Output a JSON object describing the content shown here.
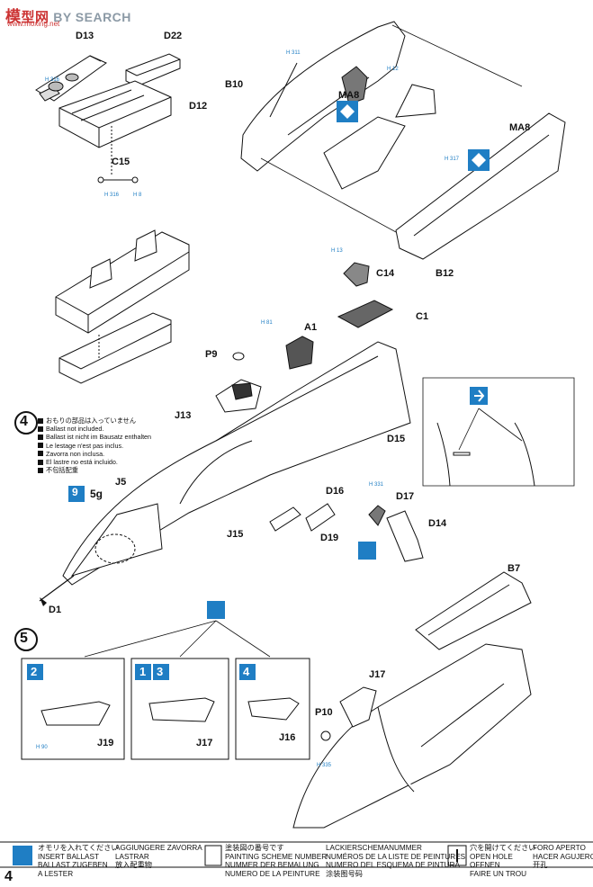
{
  "watermark": {
    "brand_a": "模",
    "brand_b": "型",
    "brand_c": "网",
    "brand_d": "BY SEARCH",
    "url": "www.moxing.net"
  },
  "page_number": "4",
  "steps": {
    "step4": "4",
    "step5": "5"
  },
  "part_labels": {
    "D13": "D13",
    "D22": "D22",
    "D12": "D12",
    "C15": "C15",
    "B10": "B10",
    "MA8_top": "MA8",
    "MA8_right": "MA8",
    "B12": "B12",
    "C14": "C14",
    "C1": "C1",
    "A1": "A1",
    "P9": "P9",
    "J13": "J13",
    "J5": "J5",
    "D15": "D15",
    "D16": "D16",
    "D17": "D17",
    "D14": "D14",
    "J15": "J15",
    "D19": "D19",
    "D1": "D1",
    "B7": "B7",
    "J17_top": "J17",
    "P10": "P10",
    "J19": "J19",
    "J17_box": "J17",
    "J16": "J16"
  },
  "paint_codes": {
    "h_316": "H 316",
    "h_8": "H 8",
    "h_311": "H 311",
    "h_12": "H 12",
    "h_317": "H 317",
    "h_13": "H 13",
    "h_81": "H 81",
    "h_331": "H 331",
    "h_90": "H 90",
    "h_335": "H 335"
  },
  "ballast": {
    "badge": "9",
    "weight": "5g"
  },
  "option_boxes": {
    "box1": "2",
    "box2a": "1",
    "box2b": "3",
    "box3": "4"
  },
  "notes": [
    "おもりの部品は入っていません",
    "Ballast not included.",
    "Ballast ist nicht im Bausatz enthalten",
    "Le lestage n'est pas inclus.",
    "Zavorra non inclusa.",
    "El lastre no está incluido.",
    "不包括配重"
  ],
  "legend": {
    "insert_ballast": [
      "オモリを入れてください",
      "INSERT BALLAST",
      "BALLAST ZUGEBEN",
      "A LESTER"
    ],
    "zavorra": [
      "AGGIUNGERE ZAVORRA",
      "LASTRAR",
      "放入配重物"
    ],
    "paint_scheme": [
      "塗装図の番号です",
      "PAINTING SCHEME NUMBER",
      "NUMMER DER BEMALUNG",
      "NUMERO DE LA PEINTURE"
    ],
    "paint_scheme_b": [
      "LACKIERSCHEMANUMMER",
      "NUMÉROS DE LA LISTE DE PEINTURES",
      "NUMERO DEL ESQUEMA DE PINTURA",
      "涂装图号码"
    ],
    "open_hole": [
      "穴を開けてください",
      "OPEN HOLE",
      "OFFNEN",
      "FAIRE UN TROU"
    ],
    "foro": [
      "FORO APERTO",
      "HACER AGUJERO",
      "开孔"
    ]
  }
}
